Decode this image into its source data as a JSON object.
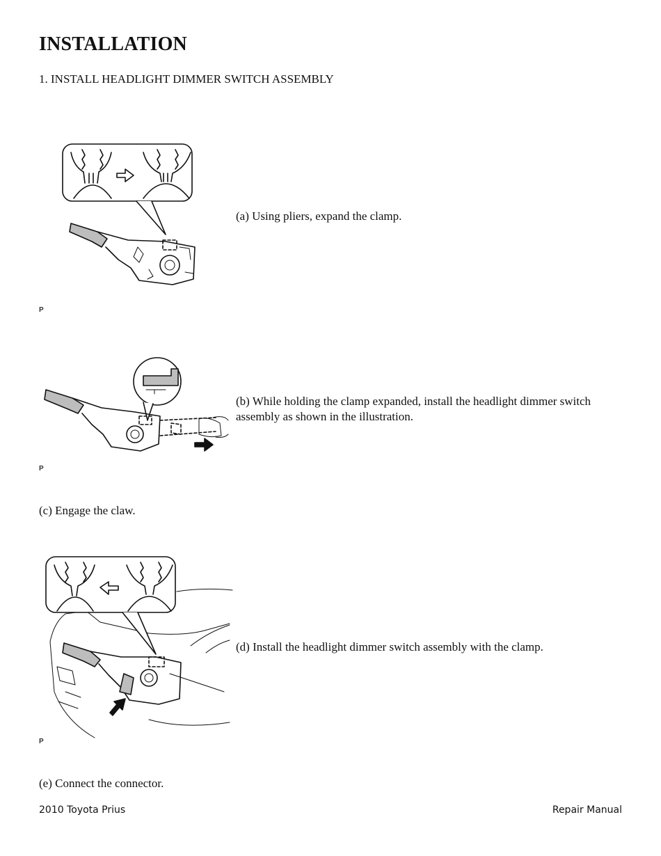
{
  "heading": "INSTALLATION",
  "section": "1. INSTALL HEADLIGHT DIMMER SWITCH ASSEMBLY",
  "steps": {
    "a": "(a) Using pliers, expand the clamp.",
    "b": "(b) While holding the clamp expanded, install the headlight dimmer switch assembly as shown in the illustration.",
    "c": "(c) Engage the claw.",
    "d": "(d) Install the headlight dimmer switch assembly with the clamp.",
    "e": "(e) Connect the connector."
  },
  "figure_marks": [
    "P",
    "P",
    "P"
  ],
  "footer": {
    "left": "2010 Toyota Prius",
    "right": "Repair Manual"
  }
}
